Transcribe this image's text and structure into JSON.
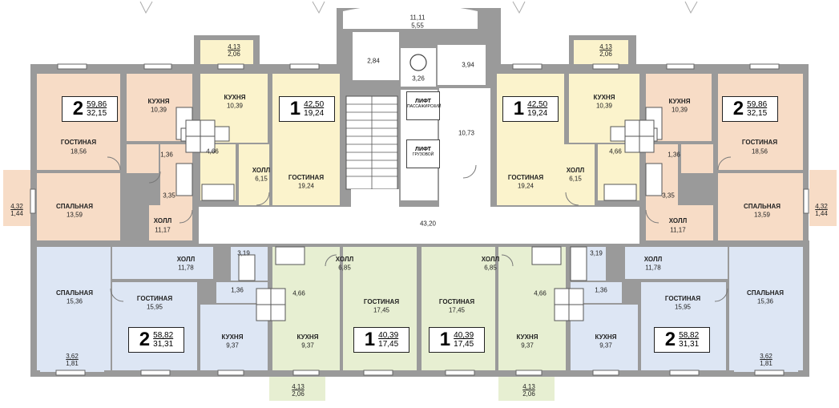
{
  "colors": {
    "wall": "#9a9a9a",
    "peach": "#f7dcc6",
    "cream": "#fbf3cc",
    "blue": "#dde6f4",
    "green": "#e7efd2",
    "corridor": "#ffffff"
  },
  "corridor": {
    "area": "43,20"
  },
  "stair_core": {
    "lobby": "10,73",
    "top_area": "11,11",
    "top_area2": "5,55",
    "room_a": "2,84",
    "room_b": "3,26",
    "room_c": "3,94",
    "lift_passenger_title": "ЛИФТ",
    "lift_passenger_sub": "ПАССАЖИРСКИЙ",
    "lift_freight_title": "ЛИФТ",
    "lift_freight_sub": "ГРУЗОВОЙ"
  },
  "labels": {
    "kitchen": "КУХНЯ",
    "living": "ГОСТИНАЯ",
    "bedroom": "СПАЛЬНАЯ",
    "hall": "ХОЛЛ"
  },
  "apartments": {
    "top_left_2": {
      "rooms": "2",
      "total": "59,86",
      "living": "32,15",
      "kitchen": "10,39",
      "living_room": "18,56",
      "bedroom": "13,59",
      "hall": "11,17",
      "bath": "1,36",
      "wc": "3,35",
      "balcony": "4,32",
      "balcony2": "1,44"
    },
    "top_left_1": {
      "rooms": "1",
      "total": "42,50",
      "living": "19,24",
      "kitchen": "10,39",
      "living_room": "19,24",
      "hall": "6,15",
      "bath": "4,66",
      "balcony": "4,13",
      "balcony2": "2,06"
    },
    "top_right_1": {
      "rooms": "1",
      "total": "42,50",
      "living": "19,24",
      "kitchen": "10,39",
      "living_room": "19,24",
      "hall": "6,15",
      "bath": "4,66",
      "balcony": "4,13",
      "balcony2": "2,06"
    },
    "top_right_2": {
      "rooms": "2",
      "total": "59,86",
      "living": "32,15",
      "kitchen": "10,39",
      "living_room": "18,56",
      "bedroom": "13,59",
      "hall": "11,17",
      "bath": "1,36",
      "wc": "3,35",
      "balcony": "4,32",
      "balcony2": "1,44"
    },
    "bottom_left_2": {
      "rooms": "2",
      "total": "58,82",
      "living": "31,31",
      "kitchen": "9,37",
      "living_room": "15,95",
      "bedroom": "15,36",
      "hall": "11,78",
      "bath": "3,19",
      "wc": "1,36",
      "balcony": "3,62",
      "balcony2": "1,81"
    },
    "bottom_left_1": {
      "rooms": "1",
      "total": "40,39",
      "living": "17,45",
      "kitchen": "9,37",
      "living_room": "17,45",
      "hall": "6,85",
      "bath": "4,66",
      "balcony": "4,13",
      "balcony2": "2,06"
    },
    "bottom_right_1": {
      "rooms": "1",
      "total": "40,39",
      "living": "17,45",
      "kitchen": "9,37",
      "living_room": "17,45",
      "hall": "6,85",
      "bath": "4,66",
      "balcony": "4,13",
      "balcony2": "2,06"
    },
    "bottom_right_2": {
      "rooms": "2",
      "total": "58,82",
      "living": "31,31",
      "kitchen": "9,37",
      "living_room": "15,95",
      "bedroom": "15,36",
      "hall": "11,78",
      "bath": "3,19",
      "wc": "1,36",
      "balcony": "3,62",
      "balcony2": "1,81"
    }
  }
}
